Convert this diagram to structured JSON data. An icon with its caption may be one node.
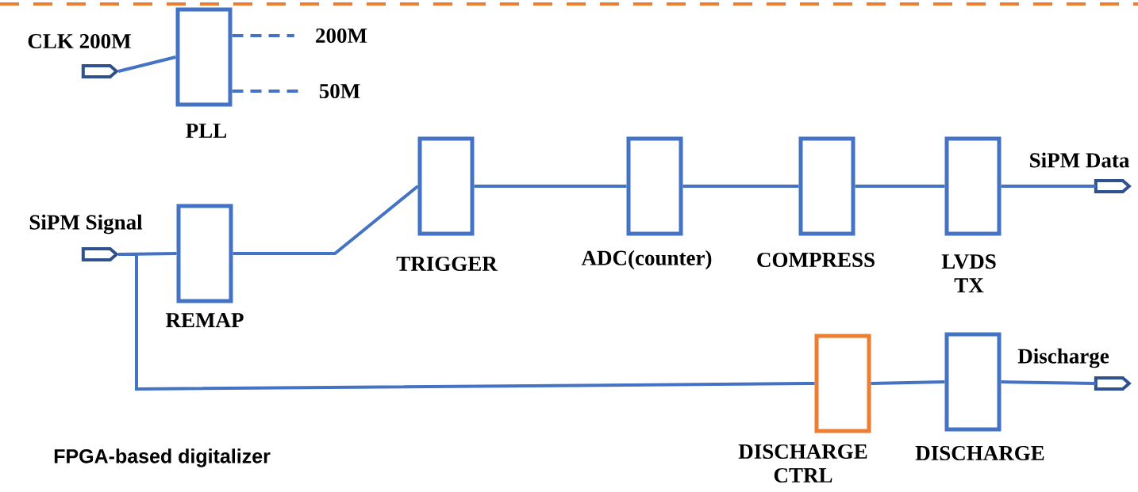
{
  "diagram": {
    "nodes": [
      {
        "text": [
          "CLK 200M"
        ]
      },
      {
        "text": [
          "PLL"
        ]
      },
      {
        "text": [
          "200M"
        ]
      },
      {
        "text": [
          "50M"
        ]
      },
      {
        "text": [
          "SiPM Signal"
        ]
      },
      {
        "text": [
          "REMAP"
        ]
      },
      {
        "text": [
          "TRIGGER"
        ]
      },
      {
        "text": [
          "ADC(counter)"
        ]
      },
      {
        "text": [
          "COMPRESS"
        ]
      },
      {
        "text": [
          "LVDS TX"
        ]
      },
      {
        "text": [
          "SiPM Data"
        ]
      },
      {
        "text": [
          "DISCHARGE CTRL"
        ]
      },
      {
        "text": [
          "DISCHARGE"
        ]
      },
      {
        "text": [
          "Discharge"
        ]
      }
    ],
    "edges": [
      {
        "from": 0,
        "to": 1,
        "arrow": "none"
      },
      {
        "from": 1,
        "to": 2,
        "arrow": "none",
        "style": "dashed"
      },
      {
        "from": 1,
        "to": 3,
        "arrow": "none",
        "style": "dashed"
      },
      {
        "from": 4,
        "to": 5,
        "arrow": "none"
      },
      {
        "from": 5,
        "to": 6,
        "arrow": "none"
      },
      {
        "from": 6,
        "to": 7,
        "arrow": "none"
      },
      {
        "from": 7,
        "to": 8,
        "arrow": "none"
      },
      {
        "from": 8,
        "to": 9,
        "arrow": "none"
      },
      {
        "from": 9,
        "to": 10,
        "arrow": "none"
      },
      {
        "from": 4,
        "to": 11,
        "arrow": "none"
      },
      {
        "from": 11,
        "to": 12,
        "arrow": "none"
      },
      {
        "from": 12,
        "to": 13,
        "arrow": "none"
      }
    ],
    "labels": [
      "FPGA-based digitalizer"
    ]
  }
}
